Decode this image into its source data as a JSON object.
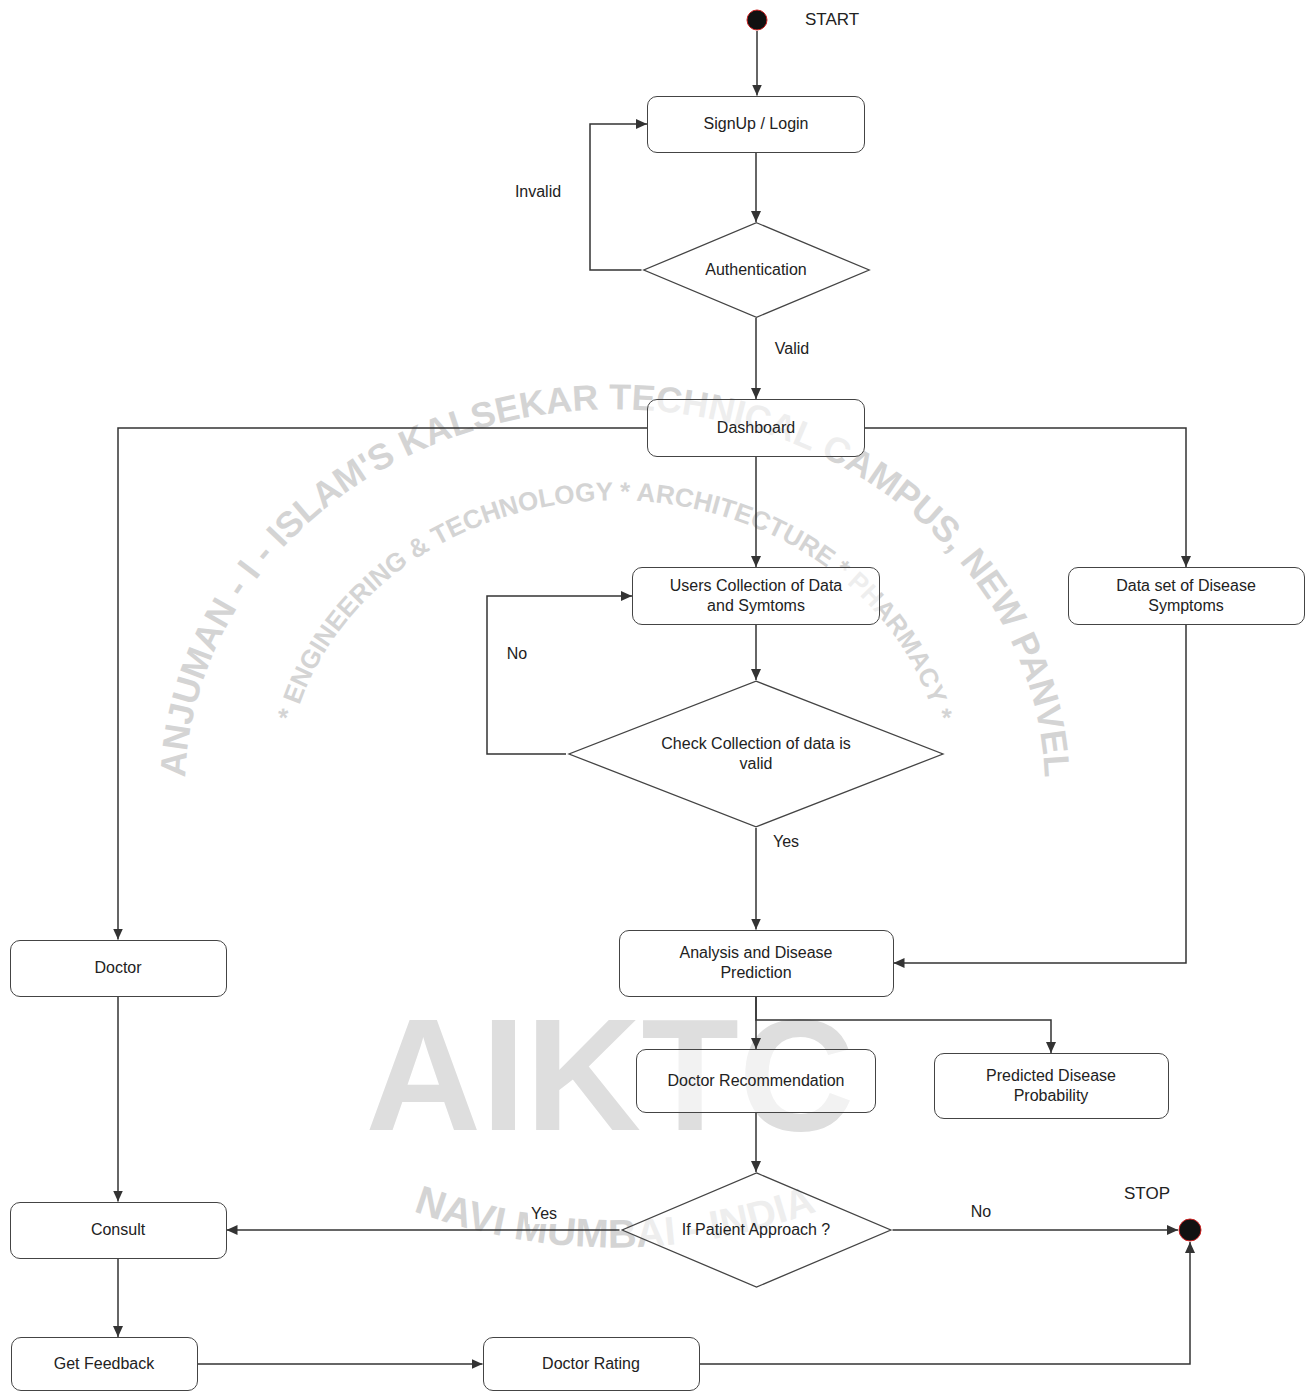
{
  "diagram": {
    "nodes": [
      {
        "text": [
          "START"
        ]
      },
      {
        "text": [
          "SignUp / Login"
        ]
      },
      {
        "text": [
          "Authentication"
        ]
      },
      {
        "text": [
          "Dashboard"
        ]
      },
      {
        "text": [
          "Users Collection of Data and Symtoms"
        ]
      },
      {
        "text": [
          "Data set of Disease Symptoms"
        ]
      },
      {
        "text": [
          "Check Collection of data is valid"
        ]
      },
      {
        "text": [
          "Doctor"
        ]
      },
      {
        "text": [
          "Analysis and Disease Prediction"
        ]
      },
      {
        "text": [
          "Doctor Recommendation"
        ]
      },
      {
        "text": [
          "Predicted Disease Probability"
        ]
      },
      {
        "text": [
          "If Patient Approach ?"
        ]
      },
      {
        "text": [
          "STOP"
        ]
      },
      {
        "text": [
          "Consult"
        ]
      },
      {
        "text": [
          "Get Feedback"
        ]
      },
      {
        "text": [
          "Doctor Rating"
        ]
      }
    ],
    "edges": [
      {
        "from": 0,
        "to": 1,
        "arrow": "to"
      },
      {
        "from": 1,
        "to": 2,
        "arrow": "to"
      },
      {
        "from": 2,
        "to": 1,
        "label": "Invalid",
        "arrow": "to"
      },
      {
        "from": 2,
        "to": 3,
        "label": "Valid",
        "arrow": "to"
      },
      {
        "from": 3,
        "to": 7,
        "arrow": "to"
      },
      {
        "from": 3,
        "to": 4,
        "arrow": "to"
      },
      {
        "from": 3,
        "to": 5,
        "arrow": "to"
      },
      {
        "from": 4,
        "to": 6,
        "arrow": "to"
      },
      {
        "from": 6,
        "to": 4,
        "label": "No",
        "arrow": "to"
      },
      {
        "from": 6,
        "to": 8,
        "label": "Yes",
        "arrow": "to"
      },
      {
        "from": 5,
        "to": 8,
        "arrow": "to"
      },
      {
        "from": 8,
        "to": 9,
        "arrow": "to"
      },
      {
        "from": 8,
        "to": 10,
        "arrow": "to"
      },
      {
        "from": 9,
        "to": 11,
        "arrow": "to"
      },
      {
        "from": 11,
        "to": 13,
        "label": "Yes",
        "arrow": "to"
      },
      {
        "from": 11,
        "to": 12,
        "label": "No",
        "arrow": "to"
      },
      {
        "from": 7,
        "to": 13,
        "arrow": "to"
      },
      {
        "from": 13,
        "to": 14,
        "arrow": "to"
      },
      {
        "from": 14,
        "to": 15,
        "arrow": "to"
      },
      {
        "from": 15,
        "to": 12,
        "arrow": "to"
      }
    ],
    "labels": [
      "ANJUMAN - I - ISLAM'S KALSEKAR TECHNICAL CAMPUS, NEW PANVEL",
      "* ENGINEERING & TECHNOLOGY * ARCHITECTURE * PHARMACY *",
      "AIKTC",
      "NAVI MUMBAI - INDIA"
    ]
  }
}
